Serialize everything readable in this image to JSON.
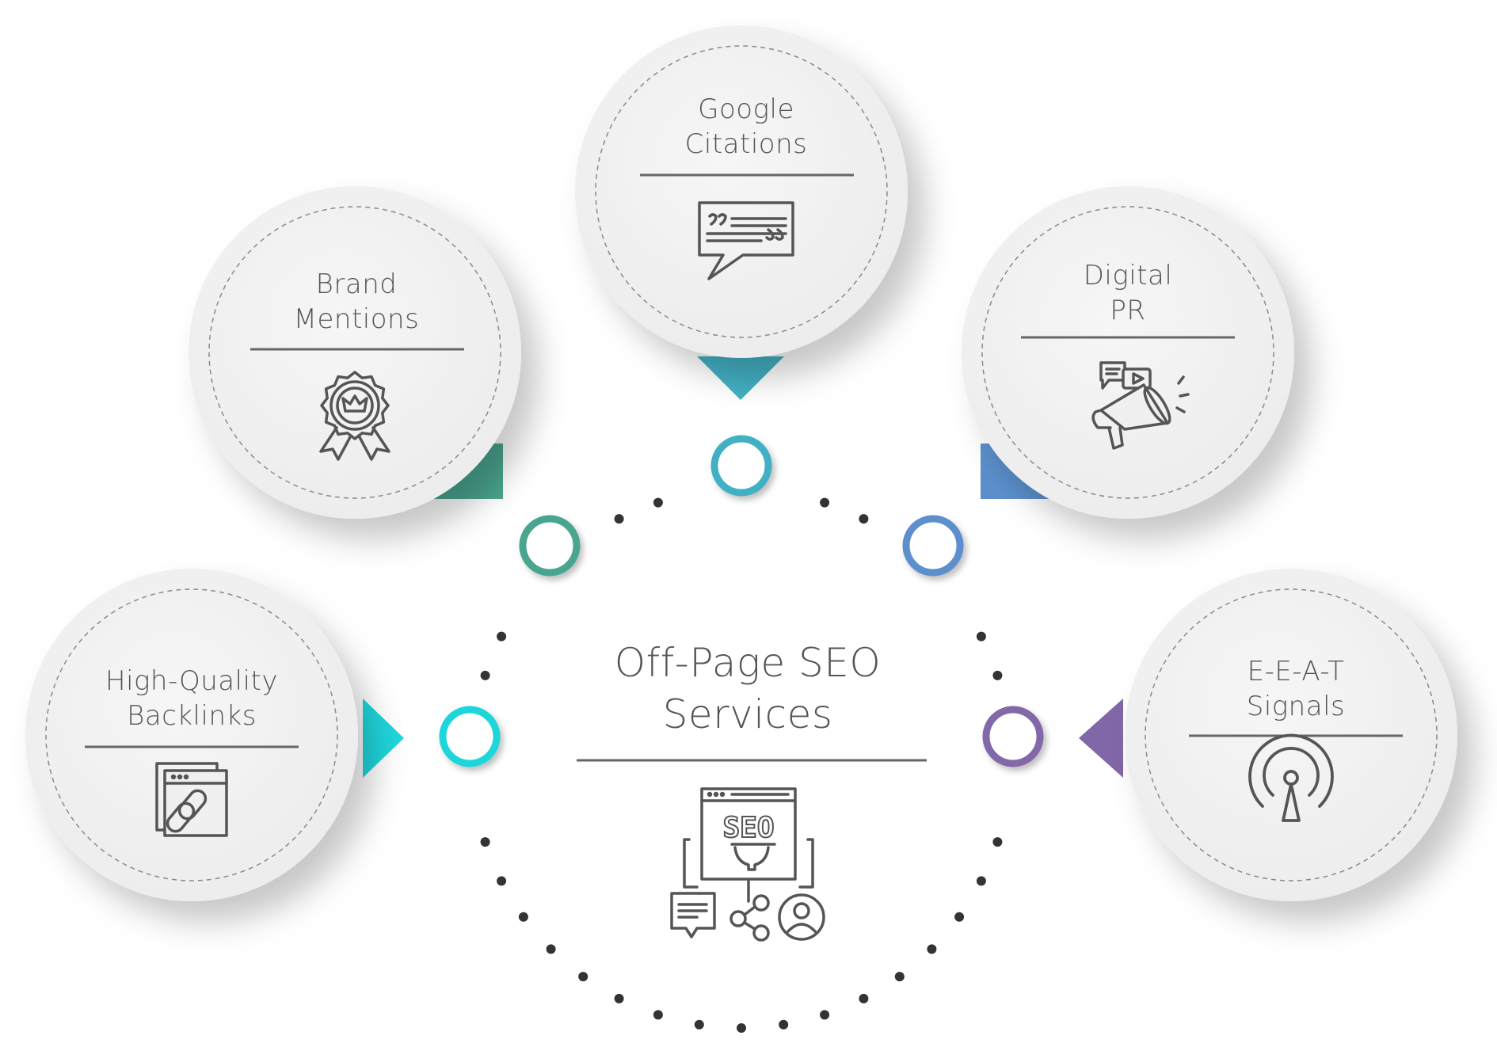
{
  "center": {
    "title_line1": "Off-Page SEO",
    "title_line2": "Services",
    "icon": "seo-website-icon"
  },
  "nodes": [
    {
      "id": "backlinks",
      "line1": "High-Quality",
      "line2": "Backlinks",
      "icon": "link-browser-icon",
      "color": "#1fd6dc"
    },
    {
      "id": "brand",
      "line1": "Brand",
      "line2": "Mentions",
      "icon": "award-badge-icon",
      "color": "#4aa58f"
    },
    {
      "id": "citations",
      "line1": "Google",
      "line2": "Citations",
      "icon": "quote-bubble-icon",
      "color": "#43b0c3"
    },
    {
      "id": "pr",
      "line1": "Digital",
      "line2": "PR",
      "icon": "megaphone-icon",
      "color": "#5b8fcc"
    },
    {
      "id": "eeat",
      "line1": "E-E-A-T",
      "line2": "Signals",
      "icon": "broadcast-icon",
      "color": "#8267a8"
    }
  ]
}
